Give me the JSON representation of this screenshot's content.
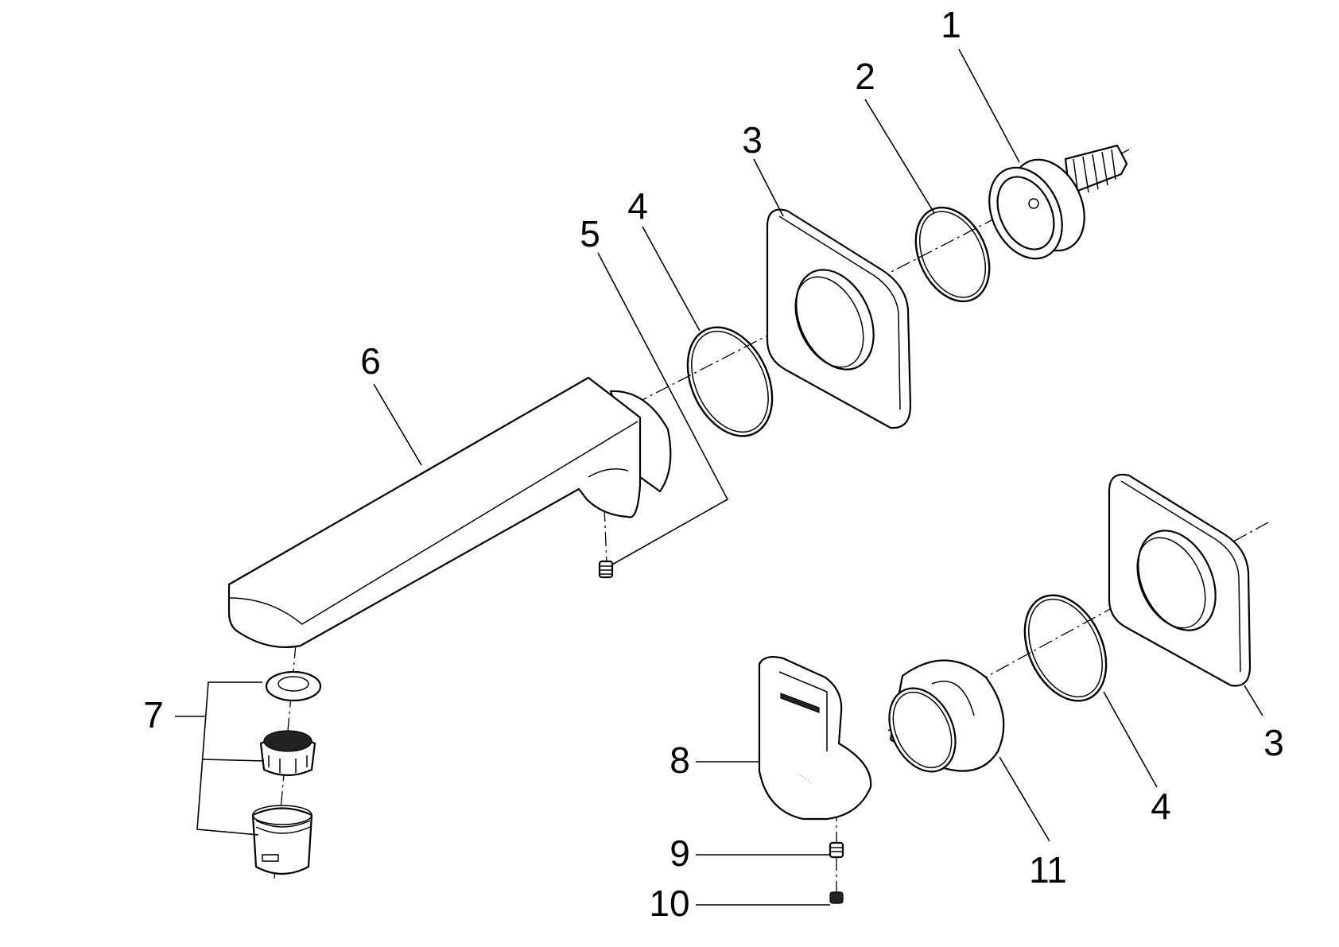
{
  "callouts": [
    {
      "id": "c1a",
      "text": "1"
    },
    {
      "id": "c2a",
      "text": "2"
    },
    {
      "id": "c3a",
      "text": "3"
    },
    {
      "id": "c4a",
      "text": "4"
    },
    {
      "id": "c5a",
      "text": "5"
    },
    {
      "id": "c6a",
      "text": "6"
    },
    {
      "id": "c7a",
      "text": "7"
    },
    {
      "id": "c8a",
      "text": "8"
    },
    {
      "id": "c9a",
      "text": "9"
    },
    {
      "id": "c10a",
      "text": "10"
    },
    {
      "id": "c11a",
      "text": "11"
    },
    {
      "id": "c4b",
      "text": "4"
    },
    {
      "id": "c3b",
      "text": "3"
    }
  ],
  "colors": {
    "line": "#000000",
    "background": "#ffffff"
  }
}
